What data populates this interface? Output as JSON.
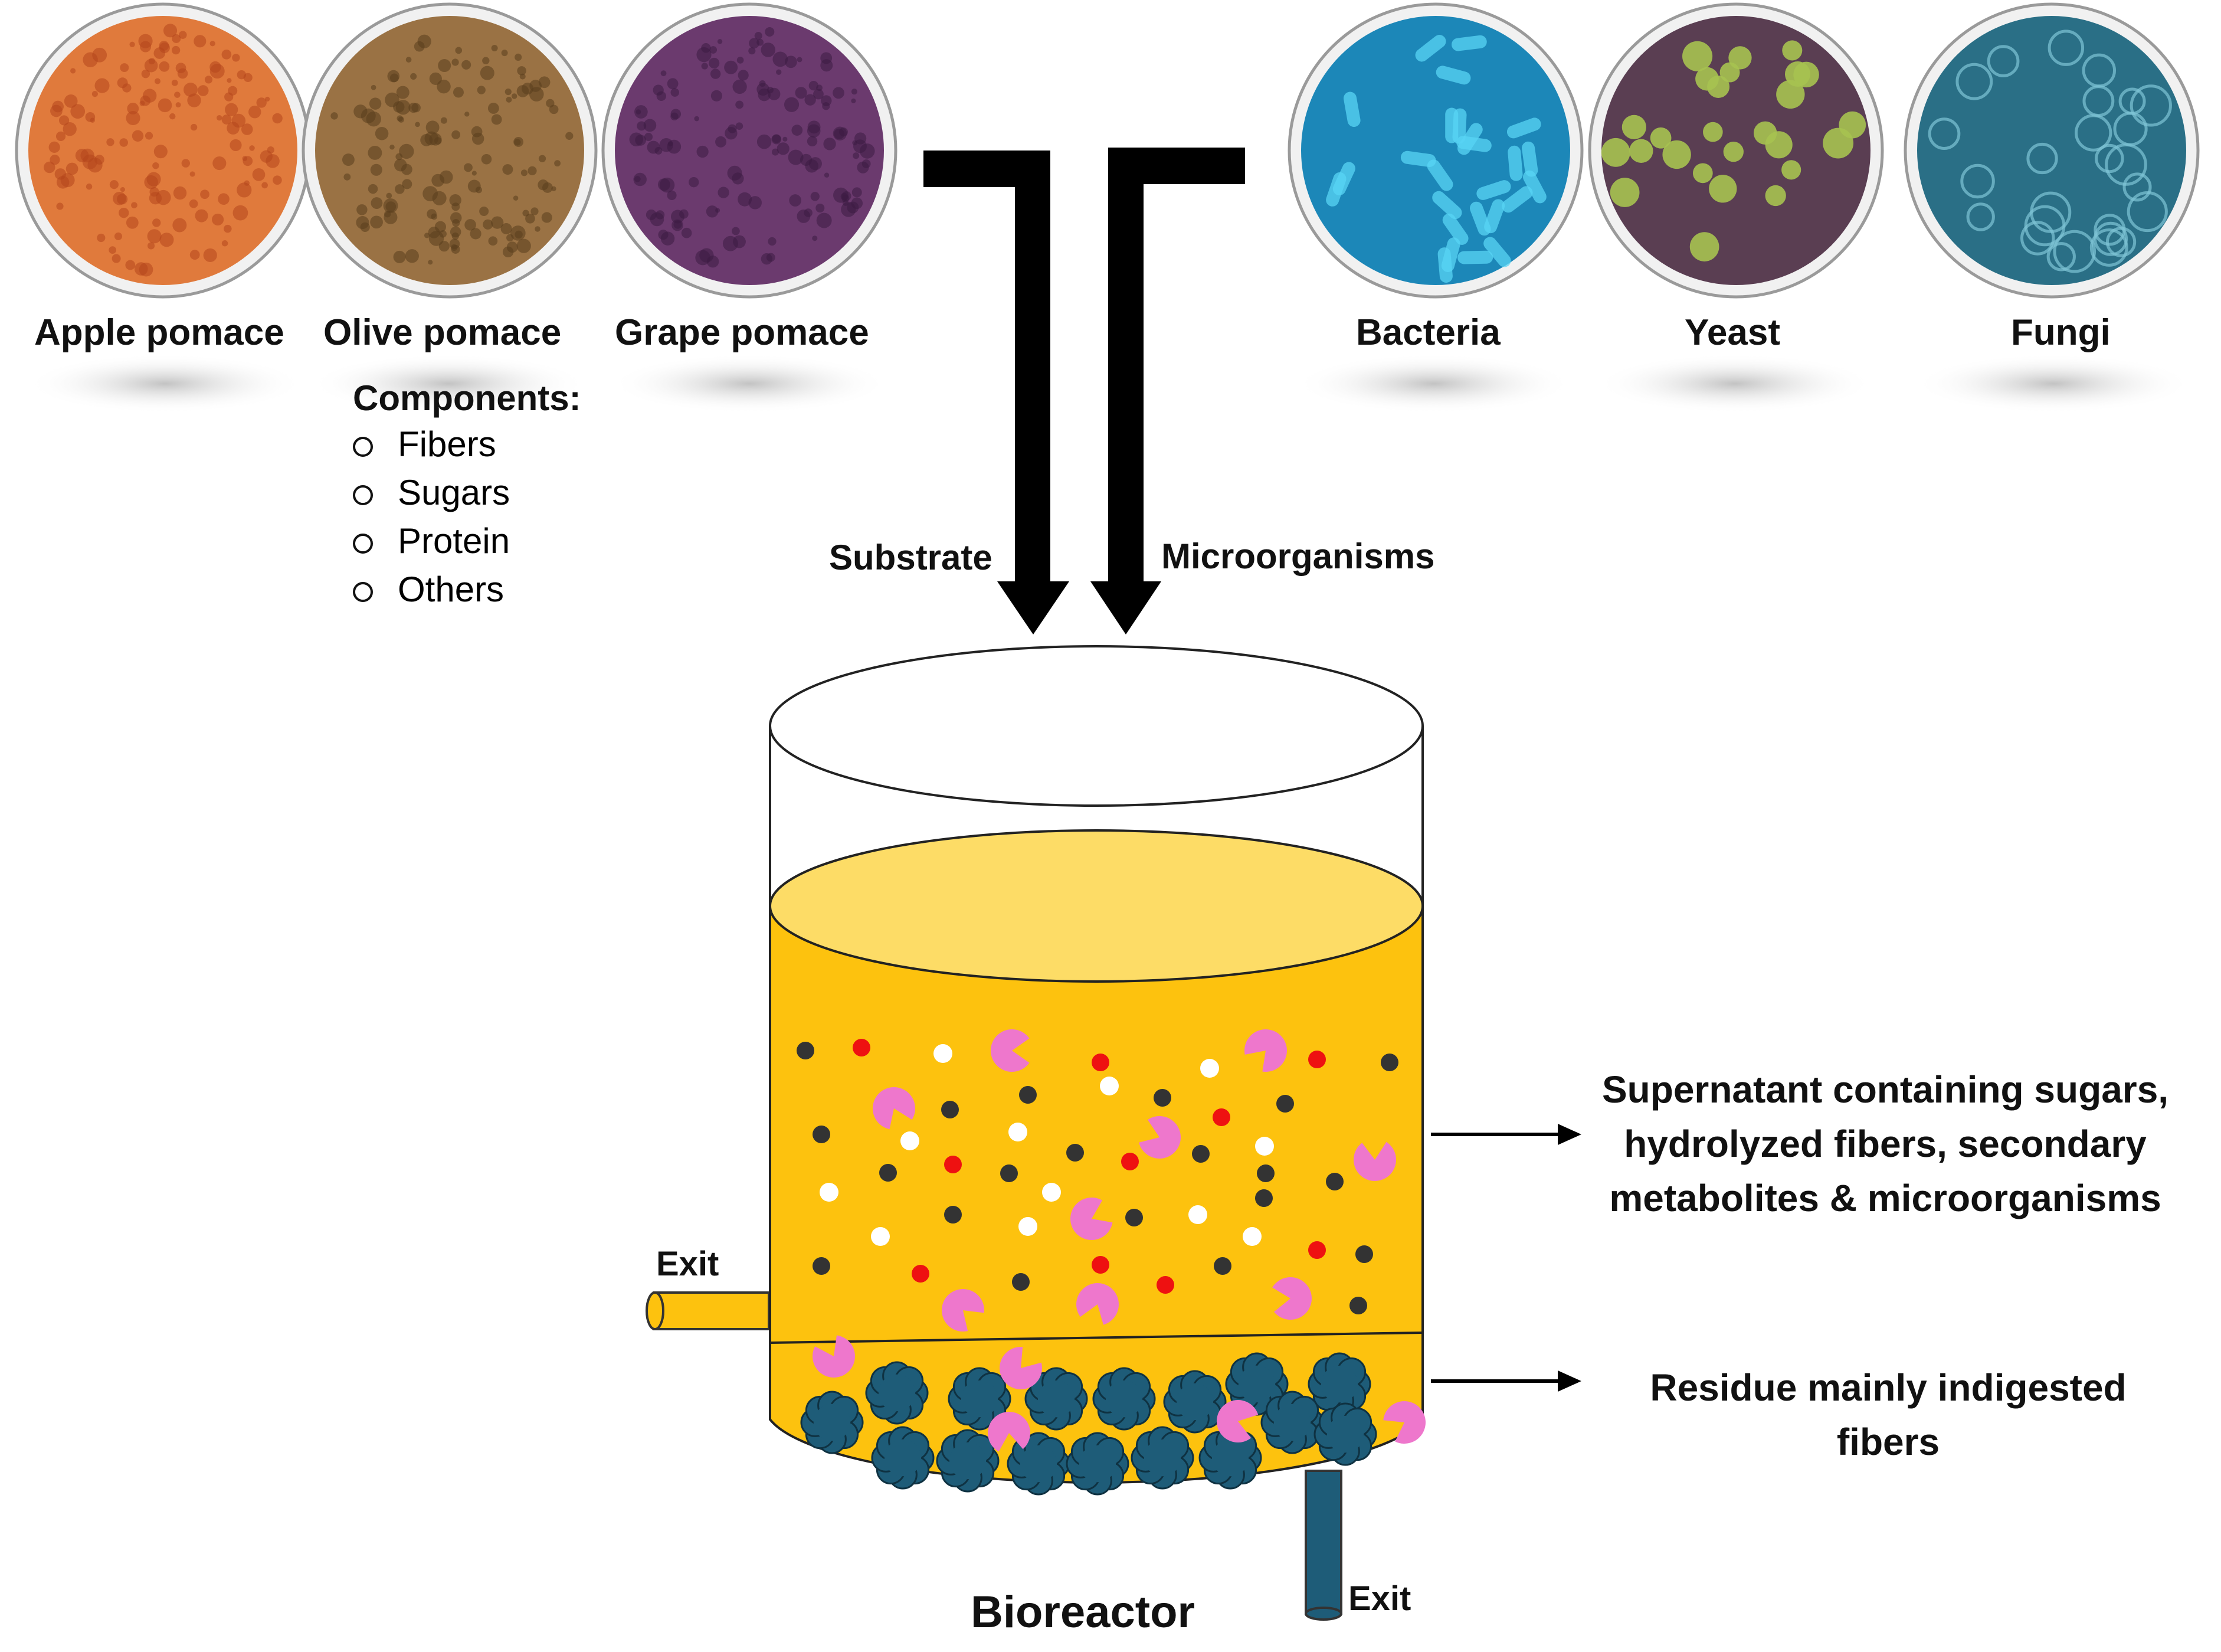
{
  "substrates": [
    {
      "label": "Apple pomace",
      "fill": "#e07a3c",
      "accent": "#b4451c"
    },
    {
      "label": "Olive pomace",
      "fill": "#9a7244",
      "accent": "#5a3e1e"
    },
    {
      "label": "Grape pomace",
      "fill": "#6b3a6e",
      "accent": "#3c1c44"
    }
  ],
  "microorganisms": [
    {
      "label": "Bacteria",
      "fill": "#1c87b8",
      "accent": "#58d4f4"
    },
    {
      "label": "Yeast",
      "fill": "#5a3e52",
      "accent": "#a6c250"
    },
    {
      "label": "Fungi",
      "fill": "#2a6f86",
      "accent": "#7fc4d6"
    }
  ],
  "components": {
    "title": "Components:",
    "items": [
      "Fibers",
      "Sugars",
      "Protein",
      "Others"
    ]
  },
  "arrows": {
    "substrate_label": "Substrate",
    "microorganisms_label": "Microorganisms"
  },
  "bioreactor": {
    "label": "Bioreactor",
    "exit_side_label": "Exit",
    "exit_bottom_label": "Exit",
    "liquid_color": "#fdc20e",
    "liquid_top_color": "#fddc66",
    "residue_color": "#1e5c78",
    "pipe_bottom_color": "#1e5c78"
  },
  "outputs": {
    "supernatant": [
      "Supernatant containing sugars,",
      "hydrolyzed fibers, secondary",
      "metabolites & microorganisms"
    ],
    "residue": [
      "Residue mainly indigested",
      "fibers"
    ]
  },
  "particle_colors": {
    "dark": "#333333",
    "red": "#ee1111",
    "white": "#ffffff",
    "enzyme": "#ee77cc"
  }
}
